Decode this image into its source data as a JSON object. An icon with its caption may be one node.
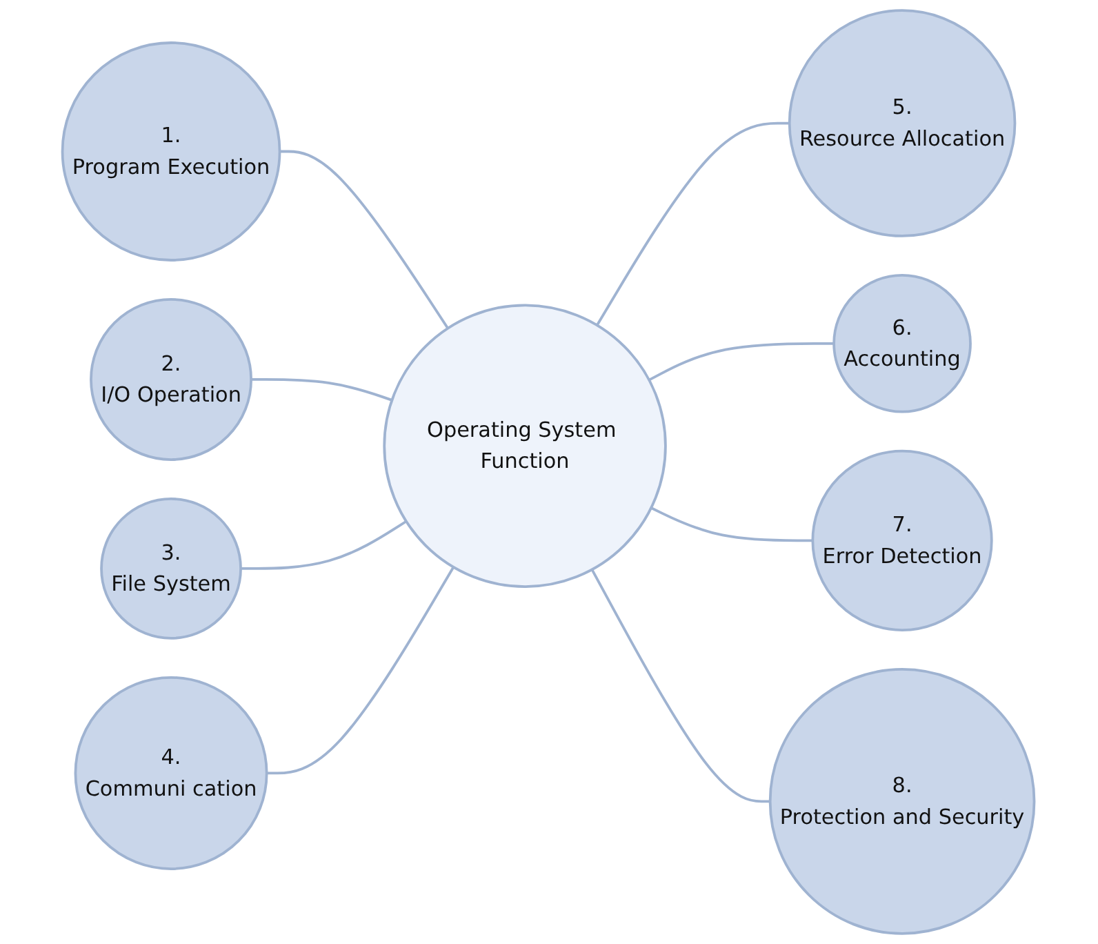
{
  "diagram": {
    "nodes": [
      {
        "text": [
          "Operating System Function"
        ]
      },
      {
        "text": [
          "1.",
          "Program Execution"
        ]
      },
      {
        "text": [
          "2.",
          "I/O Operation"
        ]
      },
      {
        "text": [
          "3.",
          "File System"
        ]
      },
      {
        "text": [
          "4.",
          "Communi cation"
        ]
      },
      {
        "text": [
          "5.",
          "Resource Allocation"
        ]
      },
      {
        "text": [
          "6.",
          "Accounting"
        ]
      },
      {
        "text": [
          "7.",
          "Error Detection"
        ]
      },
      {
        "text": [
          "8.",
          "Protection and Security"
        ]
      }
    ],
    "edges": [
      {
        "from": 1,
        "to": 0,
        "arrow": "none"
      },
      {
        "from": 2,
        "to": 0,
        "arrow": "none"
      },
      {
        "from": 3,
        "to": 0,
        "arrow": "none"
      },
      {
        "from": 4,
        "to": 0,
        "arrow": "none"
      },
      {
        "from": 0,
        "to": 5,
        "arrow": "none"
      },
      {
        "from": 0,
        "to": 6,
        "arrow": "none"
      },
      {
        "from": 0,
        "to": 7,
        "arrow": "none"
      },
      {
        "from": 0,
        "to": 8,
        "arrow": "none"
      }
    ]
  }
}
